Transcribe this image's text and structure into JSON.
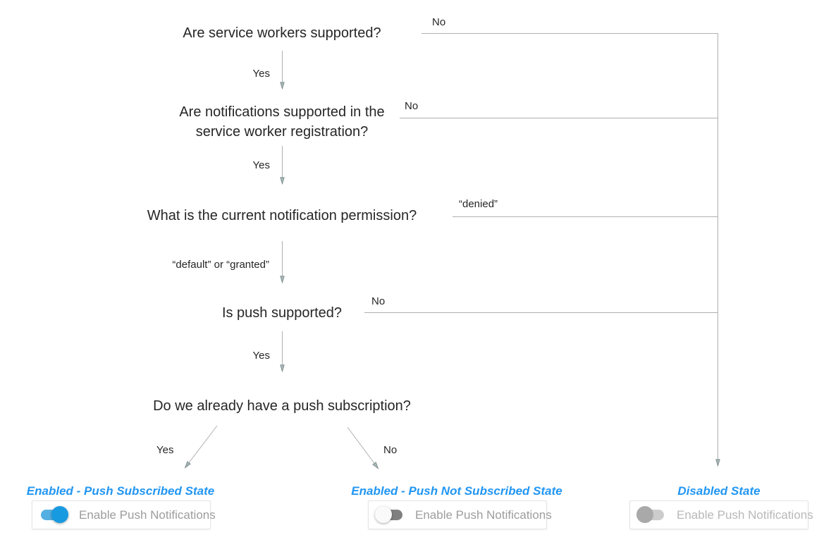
{
  "flow": {
    "q1": {
      "label": "Are service workers supported?",
      "yes": "Yes",
      "no": "No"
    },
    "q2": {
      "label": "Are notifications supported in the service worker registration?",
      "yes": "Yes",
      "no": "No"
    },
    "q3": {
      "label": "What is the current notification permission?",
      "yes": "“default” or “granted”",
      "no": "“denied”"
    },
    "q4": {
      "label": "Is push supported?",
      "yes": "Yes",
      "no": "No"
    },
    "q5": {
      "label": "Do we already have a push subscription?",
      "yes": "Yes",
      "no": "No"
    }
  },
  "states": [
    {
      "title": "Enabled - Push Subscribed State",
      "toggle_label": "Enable Push Notifications",
      "toggle_state": "on"
    },
    {
      "title": "Enabled - Push Not Subscribed State",
      "toggle_label": "Enable Push Notifications",
      "toggle_state": "off"
    },
    {
      "title": "Disabled State",
      "toggle_label": "Enable Push Notifications",
      "toggle_state": "disabled"
    }
  ],
  "colors": {
    "state_title_blue": "#2196f3",
    "toggle_on_track": "#55afe2",
    "toggle_on_knob": "#189ae0",
    "toggle_off_track": "#7f7f7f",
    "toggle_off_knob": "#fafafa",
    "toggle_disabled_track": "#cccccc",
    "toggle_disabled_knob": "#a9a9a9",
    "connector_gray": "#b0b0b0",
    "question_text": "#262626",
    "card_label_gray": "#9d9d9d"
  }
}
